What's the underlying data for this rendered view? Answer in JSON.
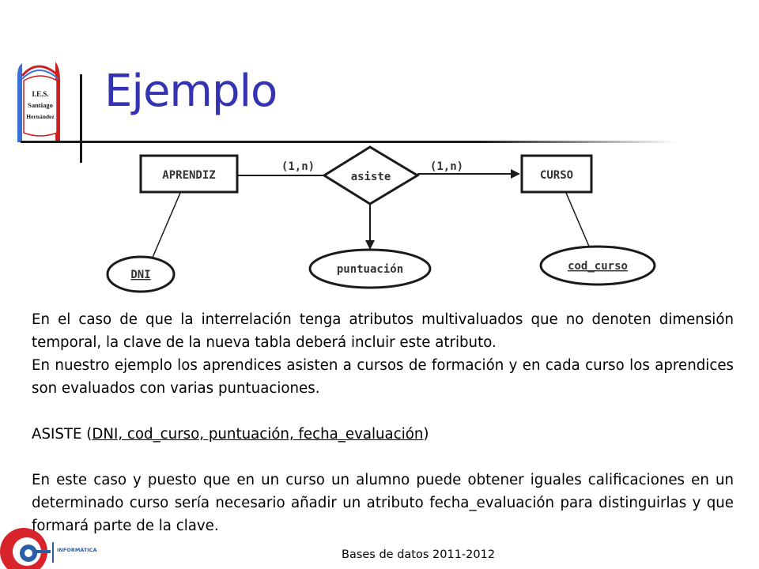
{
  "logo": {
    "line1": "I.E.S.",
    "line2": "Santiago",
    "line3": "Hernández"
  },
  "title": "Ejemplo",
  "diagram": {
    "entity_left": "APRENDIZ",
    "entity_right": "CURSO",
    "relationship": "asiste",
    "card_left": "(1,n)",
    "card_right": "(1,n)",
    "attr_left": "DNI",
    "attr_center": "puntuación",
    "attr_right": "cod_curso"
  },
  "paragraphs": {
    "p1": "En el caso de que la interrelación tenga atributos multivaluados que no denoten dimensión temporal, la clave de la nueva tabla deberá incluir este atributo.",
    "p2": "En nuestro ejemplo los aprendices asisten a cursos de formación y en cada curso los aprendices son evaluados con varias puntuaciones.",
    "schema_prefix": "ASISTE (",
    "schema_key": "DNI, cod_curso, puntuación, fecha_evaluación",
    "schema_suffix": ")",
    "p3": "En este caso y puesto que en un curso un alumno puede obtener iguales calificaciones en un determinado curso sería necesario añadir un atributo fecha_evaluación  para distinguirlas  y que formará parte de la clave."
  },
  "footer": {
    "logo_label": "INFORMÁTICA",
    "text": "Bases de datos 2011-2012"
  },
  "colors": {
    "title": "#3333b3",
    "logo_red": "#cc1f1f",
    "logo_blue": "#3a6fd8",
    "footer_red": "#d8232a",
    "footer_blue": "#2a5fa8"
  }
}
